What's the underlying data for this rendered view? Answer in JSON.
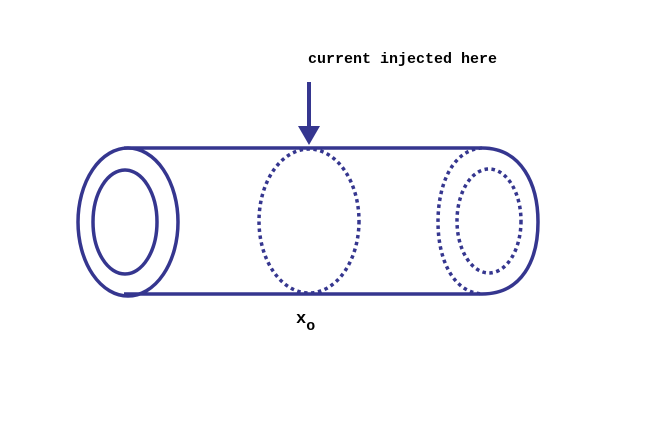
{
  "diagram": {
    "injection_label": "current injected here",
    "position_label": {
      "base": "x",
      "subscript": "o"
    },
    "colors": {
      "stroke": "#35368f",
      "text": "#000000",
      "background": "#ffffff"
    }
  }
}
